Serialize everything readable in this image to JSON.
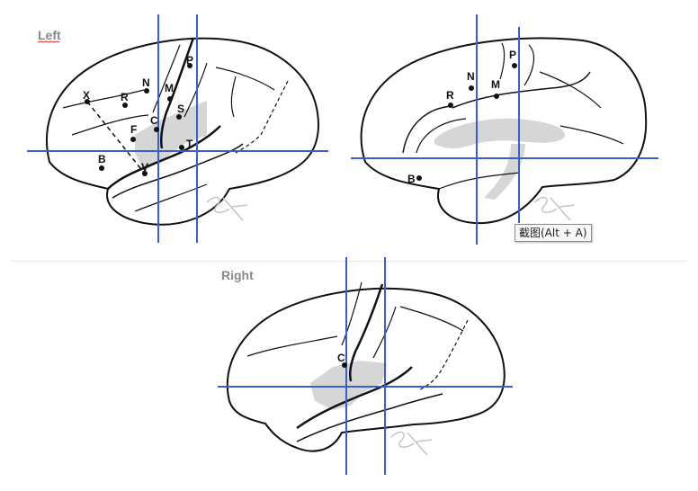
{
  "panels": {
    "left": {
      "title": "Left"
    },
    "right": {
      "title": "Right"
    }
  },
  "lateral_points": [
    "X",
    "R",
    "N",
    "M",
    "P",
    "S",
    "C",
    "F",
    "T",
    "B",
    "V"
  ],
  "medial_points": [
    "P",
    "N",
    "M",
    "R",
    "B"
  ],
  "right_points": [
    "C"
  ],
  "tooltip": {
    "text": "截图(Alt + A)"
  },
  "colors": {
    "grid_line": "#3a5fcd",
    "outline": "#111111",
    "shading": "#d6d6d6",
    "label_title": "#8a8a8a",
    "spell_underline": "#e0302a"
  },
  "icons": {
    "watermark": "signature-watermark-icon"
  }
}
